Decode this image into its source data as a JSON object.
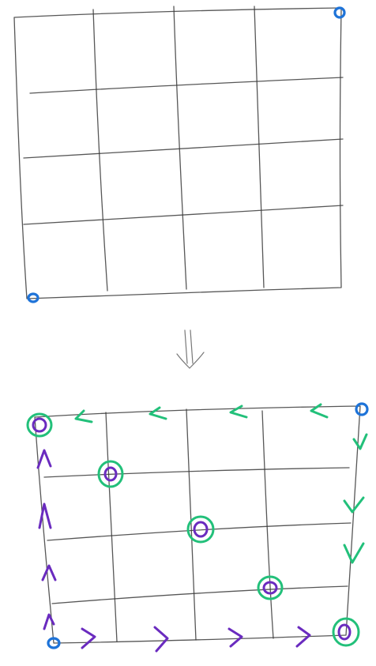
{
  "diagram": {
    "grid_size": [
      4,
      4
    ],
    "colors": {
      "pencil": "#3a3a3a",
      "start_end_marker": "#1e73d8",
      "path_up_right": "#6a2bbf",
      "path_left_down": "#22c07a"
    },
    "panels": [
      {
        "id": "top-grid",
        "markers": [
          "bottom-left",
          "top-right"
        ]
      },
      {
        "id": "bottom-grid",
        "markers": [
          "bottom-left",
          "top-right"
        ],
        "diagonal_points": 5
      }
    ],
    "transition_icon": "double-down-arrow-icon"
  }
}
